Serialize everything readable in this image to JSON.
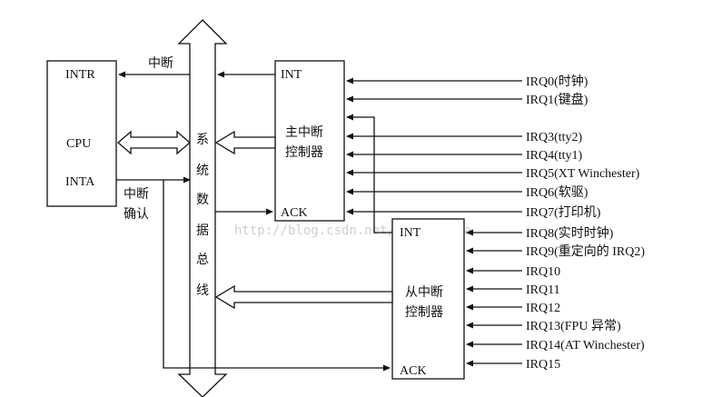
{
  "cpu": {
    "intr": "INTR",
    "name": "CPU",
    "inta": "INTA"
  },
  "labels": {
    "interrupt": "中断",
    "ack_line1": "中断",
    "ack_line2": "确认"
  },
  "bus": {
    "chars": [
      "系",
      "统",
      "数",
      "据",
      "总",
      "线"
    ]
  },
  "master": {
    "int": "INT",
    "name_line1": "主中断",
    "name_line2": "控制器",
    "ack": "ACK"
  },
  "slave": {
    "int": "INT",
    "name_line1": "从中断",
    "name_line2": "控制器",
    "ack": "ACK"
  },
  "master_irqs": [
    "IRQ0(时钟)",
    "IRQ1(键盘)",
    "IRQ3(tty2)",
    "IRQ4(tty1)",
    "IRQ5(XT Winchester)",
    "IRQ6(软驱)",
    "IRQ7(打印机)"
  ],
  "slave_irqs": [
    "IRQ8(实时时钟)",
    "IRQ9(重定向的 IRQ2)",
    "IRQ10",
    "IRQ11",
    "IRQ12",
    "IRQ13(FPU 异常)",
    "IRQ14(AT Winchester)",
    "IRQ15"
  ],
  "watermark": "http://blog.csdn.net/linu_jimba"
}
